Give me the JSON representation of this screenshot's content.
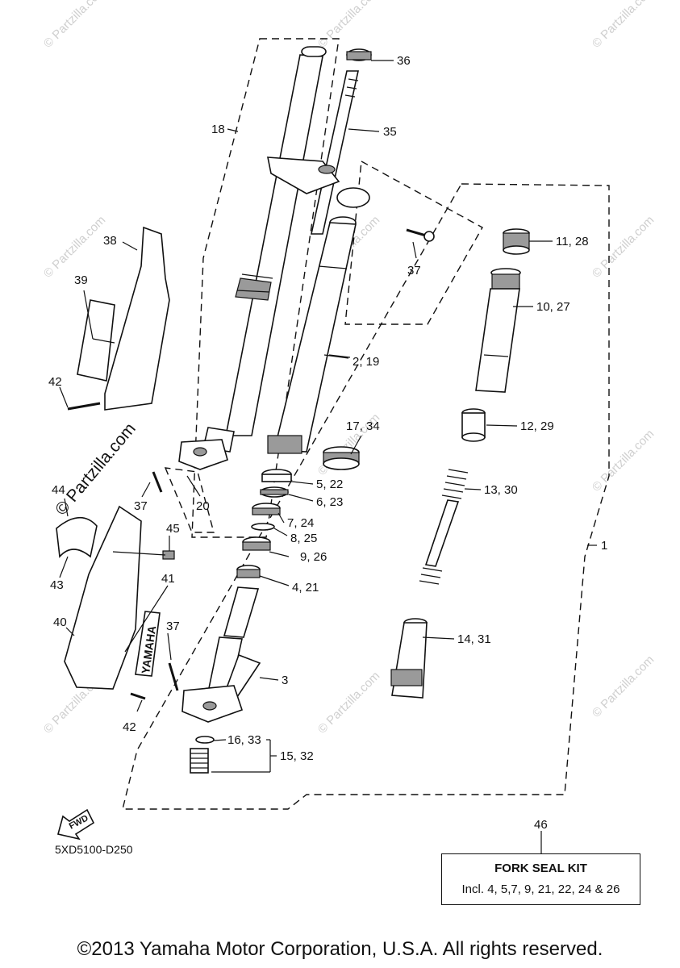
{
  "labels": {
    "1": "1",
    "2_19": "2, 19",
    "3": "3",
    "4_21": "4, 21",
    "5_22": "5, 22",
    "6_23": "6, 23",
    "7_24": "7, 24",
    "8_25": "8, 25",
    "9_26": "9, 26",
    "10_27": "10, 27",
    "11_28": "11, 28",
    "12_29": "12, 29",
    "13_30": "13, 30",
    "14_31": "14, 31",
    "15_32": "15, 32",
    "16_33": "16, 33",
    "17_34": "17, 34",
    "18": "18",
    "20": "20",
    "35": "35",
    "36": "36",
    "37a": "37",
    "37b": "37",
    "37c": "37",
    "38": "38",
    "39": "39",
    "40": "40",
    "41": "41",
    "42a": "42",
    "42b": "42",
    "43": "43",
    "44": "44",
    "45": "45",
    "46": "46"
  },
  "decal_text": "YAMAHA",
  "fwd_text": "FWD",
  "diagram_code": "5XD5100-D250",
  "kit": {
    "title": "FORK SEAL KIT",
    "includes": "Incl. 4, 5,7, 9, 21, 22, 24 & 26"
  },
  "watermark": {
    "text": "© Partzilla.com",
    "big_text": "© Partzilla.com"
  },
  "copyright": "©2013 Yamaha Motor Corporation, U.S.A. All rights reserved."
}
